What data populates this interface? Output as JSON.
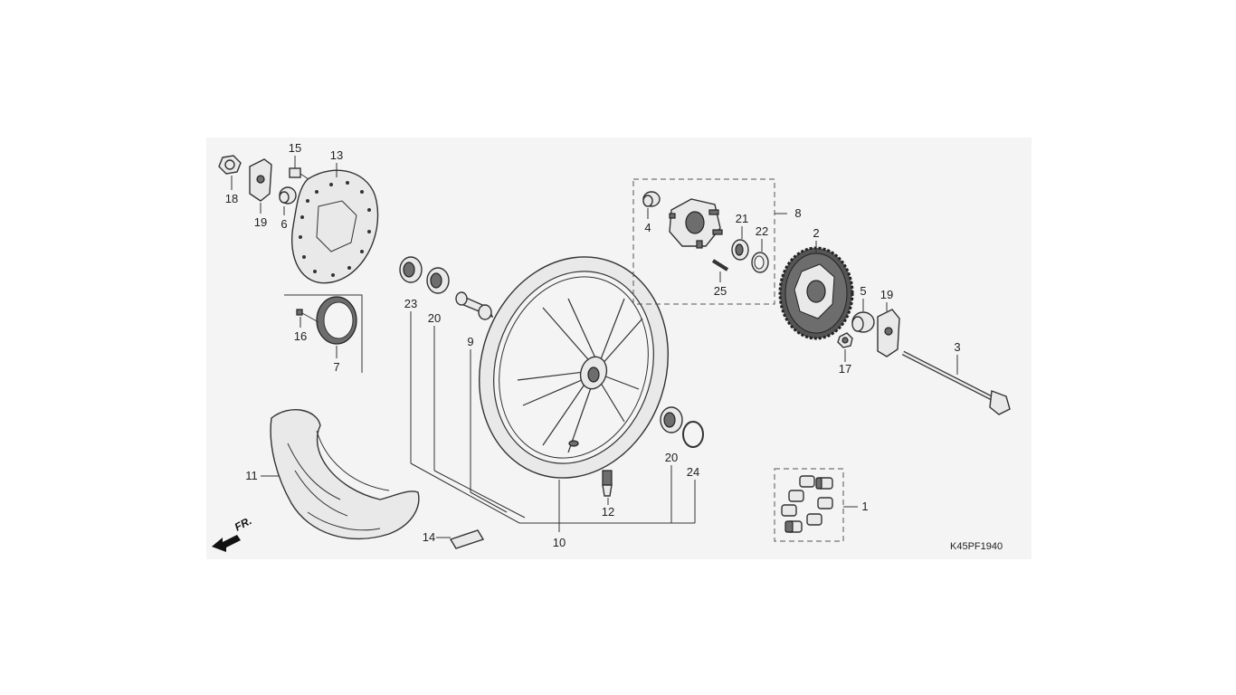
{
  "diagram": {
    "code": "K45PF1940",
    "direction_label": "FR.",
    "callouts": [
      "1",
      "2",
      "3",
      "4",
      "5",
      "6",
      "7",
      "8",
      "9",
      "10",
      "11",
      "12",
      "13",
      "14",
      "15",
      "16",
      "17",
      "18",
      "19",
      "19",
      "20",
      "20",
      "21",
      "22",
      "23",
      "24",
      "25"
    ]
  },
  "colors": {
    "panel": "#f4f4f4",
    "line": "#333333",
    "part_fill": "#e9e9e9",
    "dark_fill": "#6d6d6d"
  }
}
